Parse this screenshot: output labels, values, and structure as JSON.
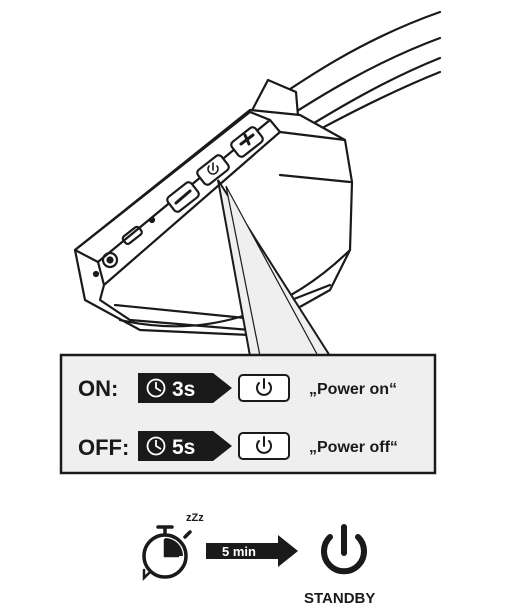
{
  "rows": [
    {
      "label": "ON:",
      "duration": "3s",
      "message": "„Power on“"
    },
    {
      "label": "OFF:",
      "duration": "5s",
      "message": "„Power off“"
    }
  ],
  "auto_off": {
    "sleep_marker": "zZz",
    "delay": "5 min",
    "result": "STANDBY"
  },
  "colors": {
    "ink": "#1a1a1a",
    "panel": "#efefef",
    "arrow": "#1a1a1a",
    "background": "#ffffff"
  },
  "icons": {
    "clock": "clock-icon",
    "power": "power-icon",
    "stopwatch": "stopwatch-icon",
    "plus": "plus-icon",
    "minus": "minus-icon",
    "usb": "usb-port-icon",
    "audio_jack": "audio-jack-icon"
  }
}
